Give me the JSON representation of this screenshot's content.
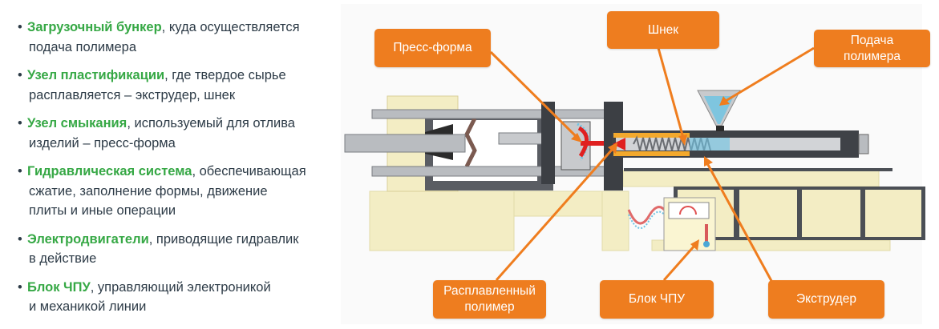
{
  "features": [
    {
      "highlight": "Загрузочный бункер",
      "rest": ", куда осуществляется",
      "continuation": "подача полимера"
    },
    {
      "highlight": "Узел пластификации",
      "rest": ", где твердое сырье",
      "continuation": "расплавляется – экструдер, шнек"
    },
    {
      "highlight": "Узел смыкания",
      "rest": ", используемый для отлива",
      "continuation": "изделий – пресс-форма"
    },
    {
      "highlight": "Гидравлическая система",
      "rest": ", обеспечивающая",
      "continuation": "сжатие, заполнение формы, движение",
      "continuation2": "плиты и иные операции"
    },
    {
      "highlight": "Электродвигатели",
      "rest": ", приводящие гидравлик",
      "continuation": "в действие"
    },
    {
      "highlight": "Блок ЧПУ",
      "rest": ", управляющий электроникой",
      "continuation": "и механикой линии"
    }
  ],
  "bullet": "•",
  "labels": {
    "mold": "Пресс-форма",
    "screw": "Шнек",
    "feed_line1": "Подача",
    "feed_line2": "полимера",
    "melt_line1": "Расплавленный",
    "melt_line2": "полимер",
    "cnc": "Блок ЧПУ",
    "extruder": "Экструдер"
  },
  "colors": {
    "highlight": "#36a845",
    "label_bg": "#ee7d1f",
    "text": "#2d3b47"
  }
}
